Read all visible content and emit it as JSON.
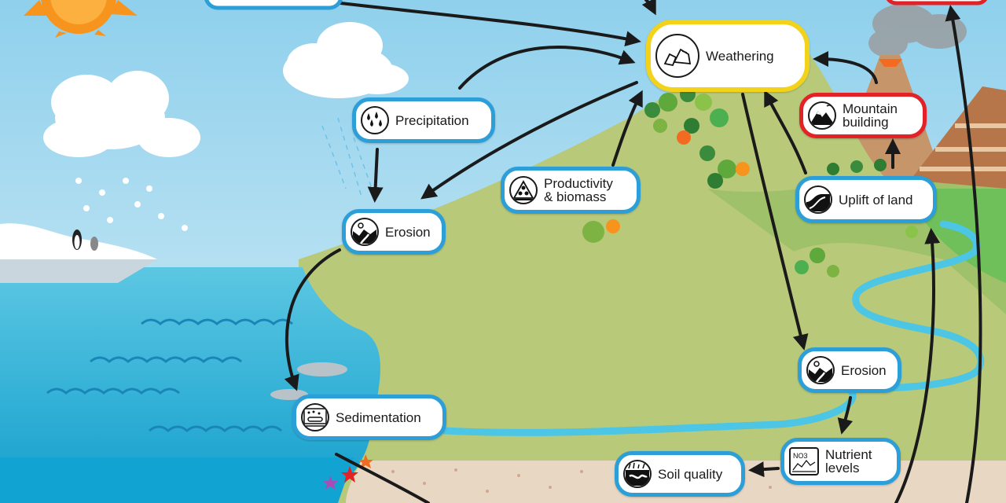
{
  "nodes": {
    "weathering": "Weathering",
    "precipitation": "Precipitation",
    "erosion_left": "Erosion",
    "productivity": "Productivity\n& biomass",
    "mountain_building": "Mountain\nbuilding",
    "uplift": "Uplift of land",
    "erosion_right": "Erosion",
    "sedimentation": "Sedimentation",
    "nutrient_levels": "Nutrient\nlevels",
    "soil_quality": "Soil quality",
    "nutrient_icon_text": "NO3"
  },
  "colors": {
    "node_border_default": "#2d9fd8",
    "node_border_highlight": "#f3d31a",
    "node_border_red": "#e32227",
    "sky": "#bfe3f3",
    "sea": "#2eb3d8",
    "land": "#b9c97a",
    "sand": "#e8d7c3",
    "river": "#4cc6e4"
  },
  "icons": {
    "weathering": "rocks-icon",
    "precipitation": "raindrops-icon",
    "erosion": "canyon-icon",
    "productivity": "biomass-pyramid-icon",
    "mountain_building": "mountain-icon",
    "uplift": "uplift-icon",
    "sedimentation": "sediment-layers-icon",
    "nutrient_levels": "nutrient-graph-icon",
    "soil_quality": "soil-worm-icon"
  }
}
